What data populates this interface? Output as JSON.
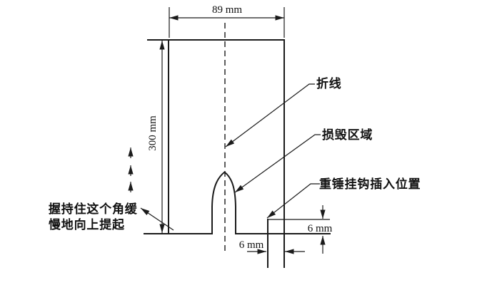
{
  "diagram": {
    "dimensions": {
      "width": "89 mm",
      "height": "300 mm",
      "hook_offset_horizontal": "6 mm",
      "hook_offset_vertical": "6 mm"
    },
    "labels": {
      "fold_line": "折线",
      "damage_area": "损毁区域",
      "hook_insert_position": "重锤挂钩插入位置",
      "hold_instruction_line1": "握持住这个角缓",
      "hold_instruction_line2": "慢地向上提起"
    }
  }
}
